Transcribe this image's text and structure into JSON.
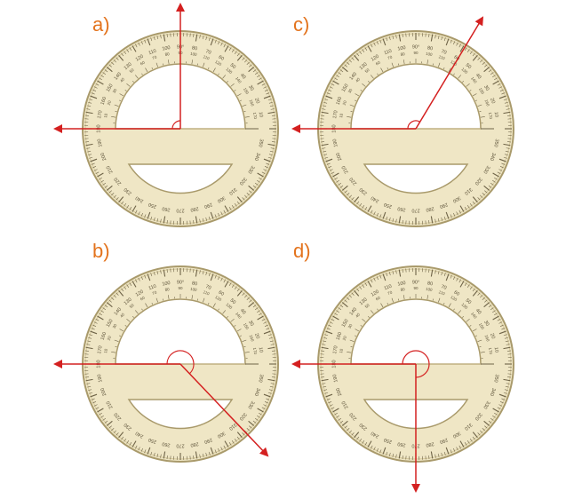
{
  "panels": [
    {
      "label": "a)",
      "angle_degrees": 90
    },
    {
      "label": "b)",
      "angle_degrees": 315
    },
    {
      "label": "c)",
      "angle_degrees": 60
    },
    {
      "label": "d)",
      "angle_degrees": 270
    }
  ],
  "protractor": {
    "scale_min": 0,
    "scale_max": 360,
    "major_label_step": 10,
    "outer_labels": [
      "10",
      "20",
      "30",
      "40",
      "50",
      "60",
      "70",
      "80",
      "90°",
      "100",
      "110",
      "120",
      "130",
      "140",
      "150",
      "160",
      "170",
      "180",
      "190",
      "200",
      "210",
      "220",
      "230",
      "240",
      "250",
      "260",
      "270",
      "280",
      "290",
      "300",
      "310",
      "320",
      "330",
      "340",
      "350"
    ],
    "inner_labels": [
      "10",
      "20",
      "30",
      "40",
      "50",
      "60",
      "70",
      "80",
      "90",
      "100",
      "110",
      "120",
      "130",
      "140",
      "150",
      "160",
      "170",
      "180"
    ]
  },
  "colors": {
    "label": "#e3731d",
    "arrow": "#d42020",
    "protractor_fill": "#efe6c5",
    "protractor_edge": "#a99a6b",
    "tick": "#6f6448",
    "scale_text": "#5e543b",
    "window": "#ffffff"
  }
}
